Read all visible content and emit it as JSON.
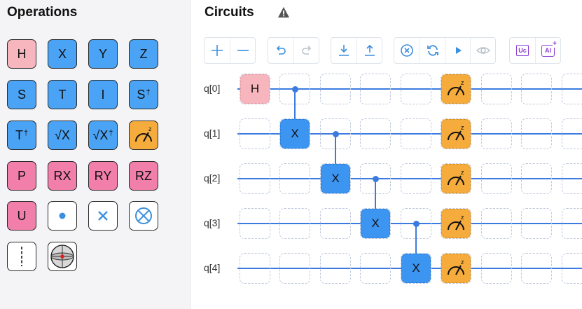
{
  "operations": {
    "title": "Operations",
    "gates": [
      {
        "label": "H",
        "sup": "",
        "color": "pink",
        "name": "gate-h"
      },
      {
        "label": "X",
        "sup": "",
        "color": "blue",
        "name": "gate-x"
      },
      {
        "label": "Y",
        "sup": "",
        "color": "blue",
        "name": "gate-y"
      },
      {
        "label": "Z",
        "sup": "",
        "color": "blue",
        "name": "gate-z"
      },
      {
        "label": "S",
        "sup": "",
        "color": "blue",
        "name": "gate-s"
      },
      {
        "label": "T",
        "sup": "",
        "color": "blue",
        "name": "gate-t"
      },
      {
        "label": "I",
        "sup": "",
        "color": "blue",
        "name": "gate-i"
      },
      {
        "label": "S",
        "sup": "†",
        "color": "blue",
        "name": "gate-s-dagger"
      },
      {
        "label": "T",
        "sup": "†",
        "color": "blue",
        "name": "gate-t-dagger"
      },
      {
        "label": "√X",
        "sup": "",
        "color": "blue",
        "name": "gate-sqrt-x"
      },
      {
        "label": "√X",
        "sup": "†",
        "color": "blue",
        "name": "gate-sqrt-x-dagger"
      },
      {
        "label": "",
        "sup": "",
        "color": "orange",
        "icon": "measure-icon",
        "name": "gate-measure"
      },
      {
        "label": "P",
        "sup": "",
        "color": "mag",
        "name": "gate-p"
      },
      {
        "label": "RX",
        "sup": "",
        "color": "mag",
        "name": "gate-rx"
      },
      {
        "label": "RY",
        "sup": "",
        "color": "mag",
        "name": "gate-ry"
      },
      {
        "label": "RZ",
        "sup": "",
        "color": "mag",
        "name": "gate-rz"
      },
      {
        "label": "U",
        "sup": "",
        "color": "mag",
        "name": "gate-u"
      },
      {
        "label": "",
        "sup": "",
        "color": "white",
        "icon": "control-dot-icon",
        "name": "gate-control"
      },
      {
        "label": "",
        "sup": "",
        "color": "white",
        "icon": "target-x-icon",
        "name": "gate-anti-control"
      },
      {
        "label": "",
        "sup": "",
        "color": "white",
        "icon": "target-oplus-icon",
        "name": "gate-target"
      },
      {
        "label": "",
        "sup": "",
        "color": "white",
        "icon": "barrier-icon",
        "name": "gate-barrier"
      },
      {
        "label": "",
        "sup": "",
        "color": "white",
        "icon": "bloch-sphere-icon",
        "name": "gate-bloch"
      }
    ]
  },
  "circuits": {
    "title": "Circuits",
    "warning_icon": "warning-icon",
    "qubits": [
      "q[0]",
      "q[1]",
      "q[2]",
      "q[3]",
      "q[4]"
    ],
    "gate_label_h": "H",
    "gate_label_x": "X",
    "toolbar": {
      "groups": [
        [
          "add-icon",
          "remove-icon"
        ],
        [
          "undo-icon",
          "redo-icon"
        ],
        [
          "import-icon",
          "export-icon"
        ],
        [
          "clear-icon",
          "refresh-icon",
          "run-icon",
          "eye-icon"
        ],
        [
          "uc-icon",
          "ai-icon"
        ]
      ],
      "uc_label": "Uc",
      "ai_label": "AI"
    }
  },
  "colors": {
    "pink": "#f7b6bd",
    "blue": "#4aa3f5",
    "magenta": "#f27faa",
    "orange": "#f5ac3c",
    "wire": "#3b7be0",
    "toolbar_icon": "#3b8fe0",
    "purple": "#8a3fd1"
  }
}
